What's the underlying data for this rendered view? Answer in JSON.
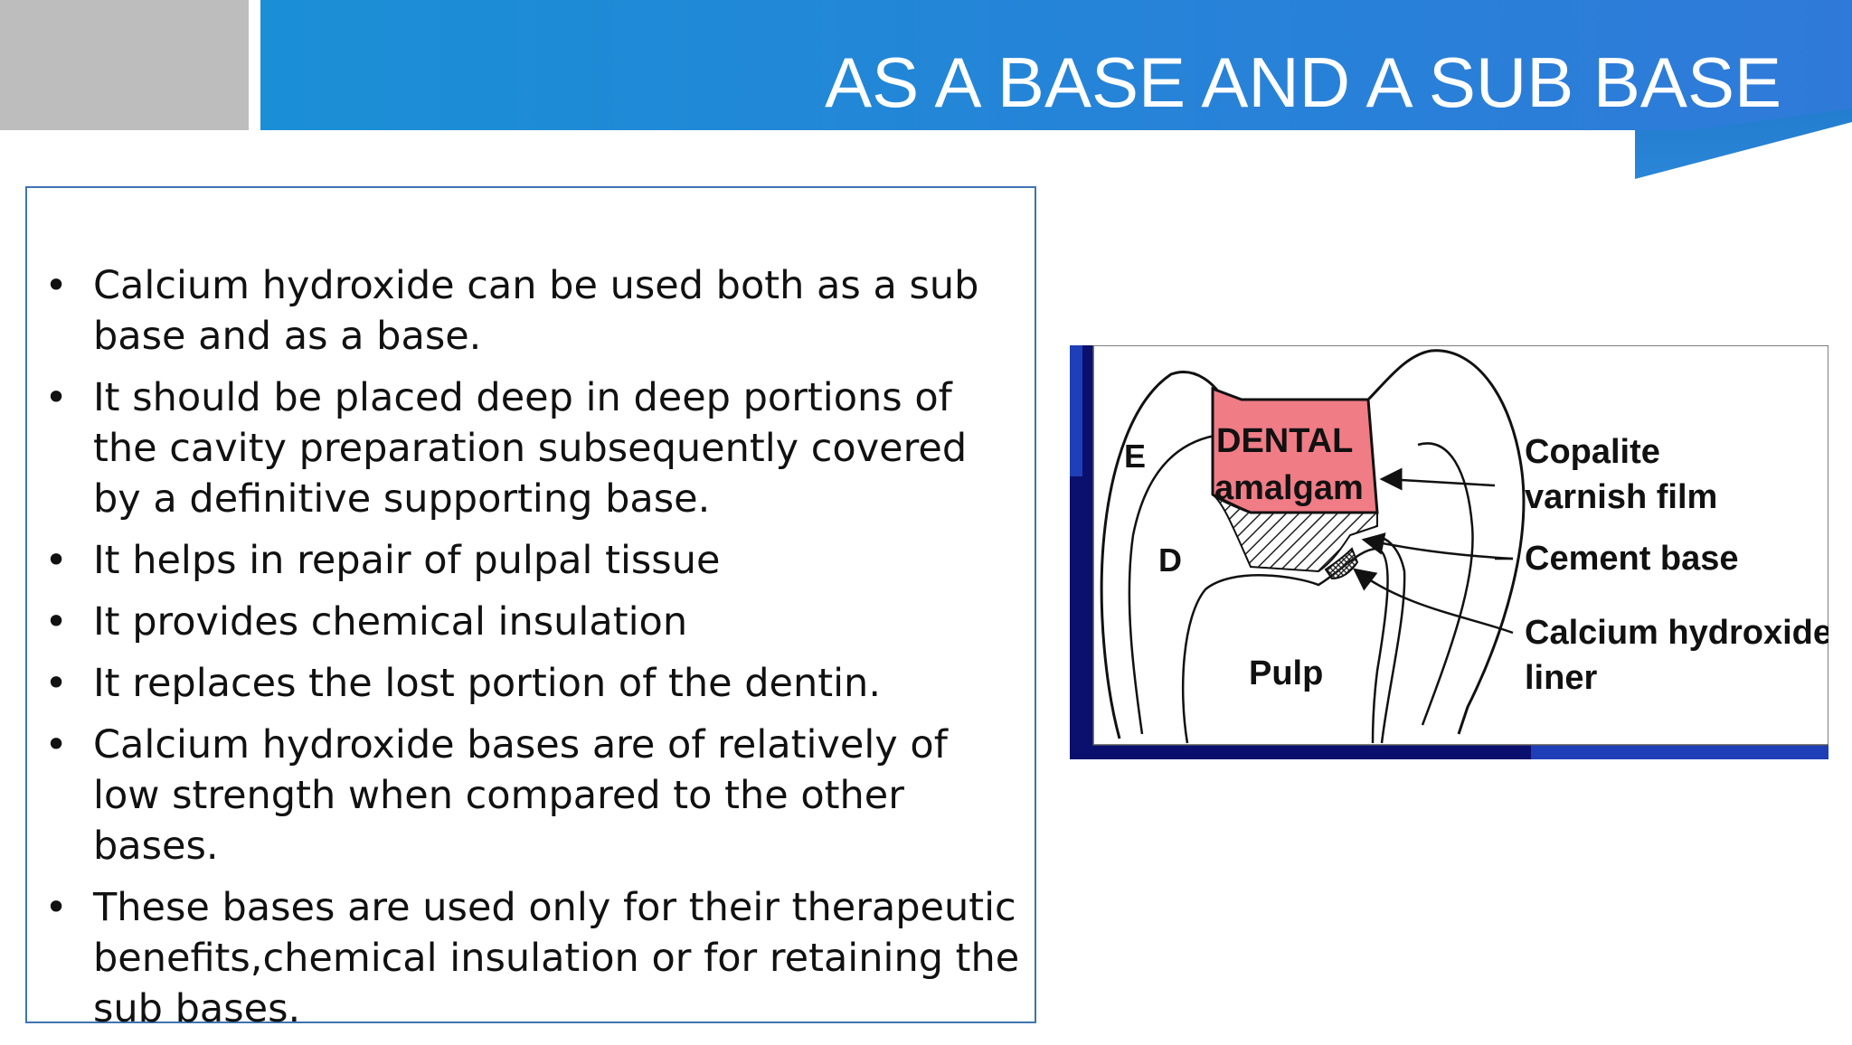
{
  "slide": {
    "title": "AS A BASE AND A SUB BASE",
    "colors": {
      "banner_start": "#1a8fd6",
      "banner_end": "#2f7ad9",
      "gray_block": "#bdbdbd",
      "box_border": "#3f74b0",
      "amalgam_fill": "#f07c86",
      "figure_frame": "#0b0f6e"
    },
    "bullets": [
      {
        "marker": "•",
        "text": "Calcium hydroxide can be used both as a sub base and as a base."
      },
      {
        "marker": "•",
        "text": "It should be placed deep in deep portions of the cavity preparation subsequently covered by a definitive supporting base."
      },
      {
        "marker": "•",
        "text": "It helps in repair of pulpal tissue"
      },
      {
        "marker": "•",
        "text": "It provides chemical insulation"
      },
      {
        "marker": "•",
        "text": "It replaces the lost portion of the dentin."
      },
      {
        "marker": "•",
        "text": "Calcium hydroxide bases are of relatively of low strength when compared to the other bases."
      },
      {
        "marker": "•",
        "text": "These bases are used only for their therapeutic benefits,chemical insulation or for retaining the sub bases."
      }
    ]
  },
  "diagram": {
    "labels": {
      "enamel": "E",
      "dentin": "D",
      "pulp": "Pulp",
      "amalgam_line1": "DENTAL",
      "amalgam_line2": "amalgam",
      "copalite_line1": "Copalite",
      "copalite_line2": "varnish film",
      "cement_base": "Cement base",
      "liner_line1": "Calcium hydroxide",
      "liner_line2": "liner"
    }
  }
}
